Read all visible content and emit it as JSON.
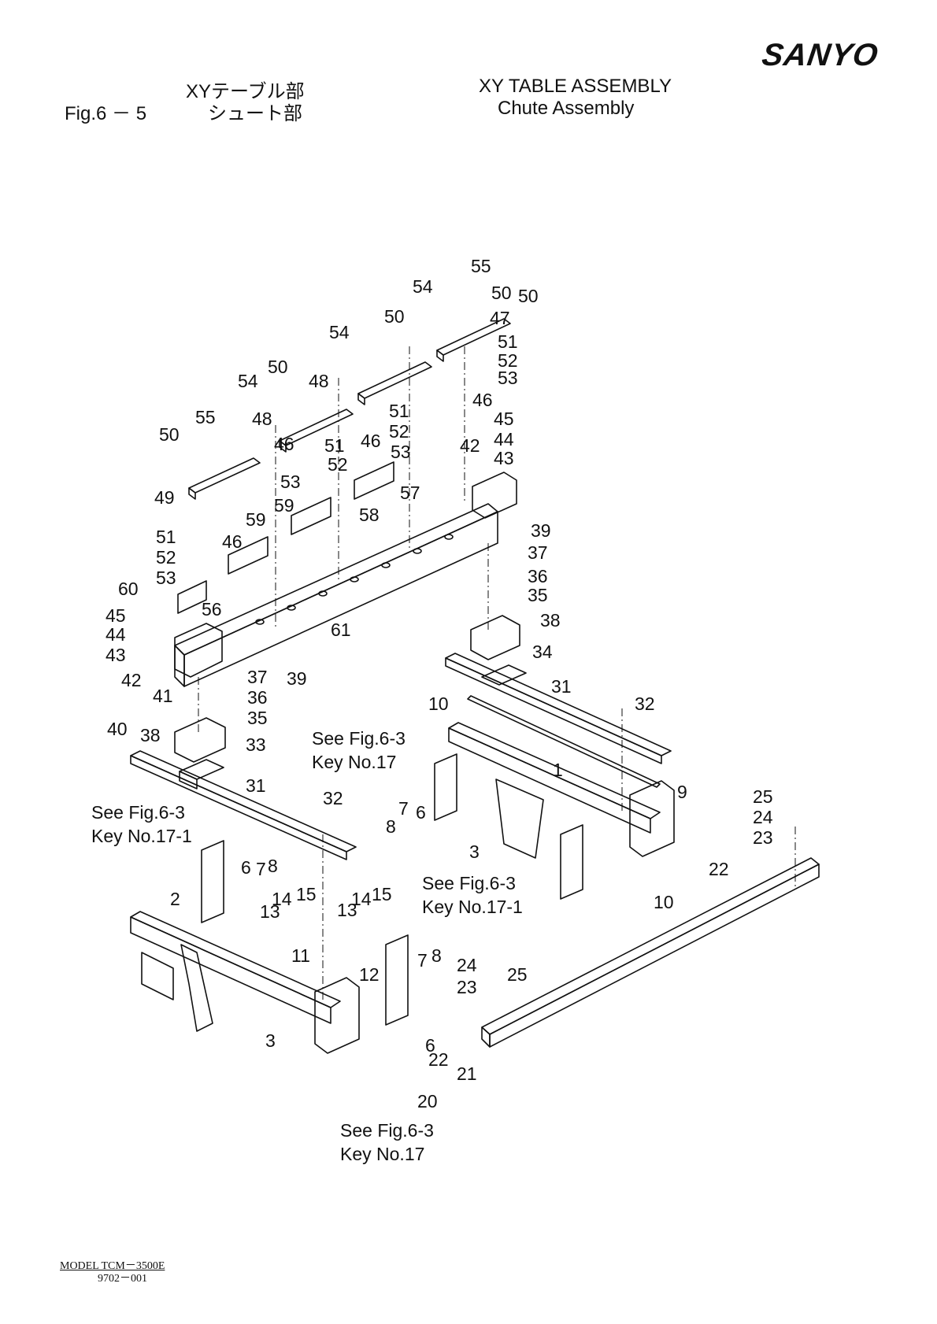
{
  "brand": "SANYO",
  "header": {
    "jp_title": "XYテーブル部",
    "fig_label": "Fig.6 － 5",
    "jp_subtitle": "シュート部",
    "en_title": "XY  TABLE  ASSEMBLY",
    "en_subtitle": "Chute  Assembly"
  },
  "callouts": [
    "1",
    "2",
    "3",
    "3",
    "6",
    "6",
    "6",
    "7",
    "7",
    "7",
    "8",
    "8",
    "8",
    "9",
    "10",
    "10",
    "11",
    "12",
    "13",
    "13",
    "14",
    "14",
    "15",
    "15",
    "20",
    "21",
    "22",
    "22",
    "23",
    "23",
    "24",
    "24",
    "25",
    "25",
    "31",
    "31",
    "32",
    "32",
    "33",
    "34",
    "35",
    "35",
    "36",
    "36",
    "37",
    "37",
    "38",
    "38",
    "39",
    "39",
    "40",
    "41",
    "42",
    "42",
    "43",
    "43",
    "44",
    "44",
    "45",
    "45",
    "46",
    "46",
    "46",
    "46",
    "47",
    "48",
    "48",
    "49",
    "50",
    "50",
    "50",
    "50",
    "50",
    "51",
    "51",
    "51",
    "51",
    "52",
    "52",
    "52",
    "52",
    "53",
    "53",
    "53",
    "53",
    "54",
    "54",
    "54",
    "55",
    "55",
    "56",
    "57",
    "58",
    "59",
    "59",
    "60",
    "61"
  ],
  "references": [
    {
      "line1": "See Fig.6-3",
      "line2": "Key No.17"
    },
    {
      "line1": "See Fig.6-3",
      "line2": "Key No.17-1"
    },
    {
      "line1": "See Fig.6-3",
      "line2": "Key No.17-1"
    },
    {
      "line1": "See Fig.6-3",
      "line2": "Key No.17"
    }
  ],
  "footer": {
    "model": "MODEL  TCM－3500E",
    "code": "9702－001"
  },
  "colors": {
    "ink": "#111111",
    "paper": "#ffffff"
  }
}
